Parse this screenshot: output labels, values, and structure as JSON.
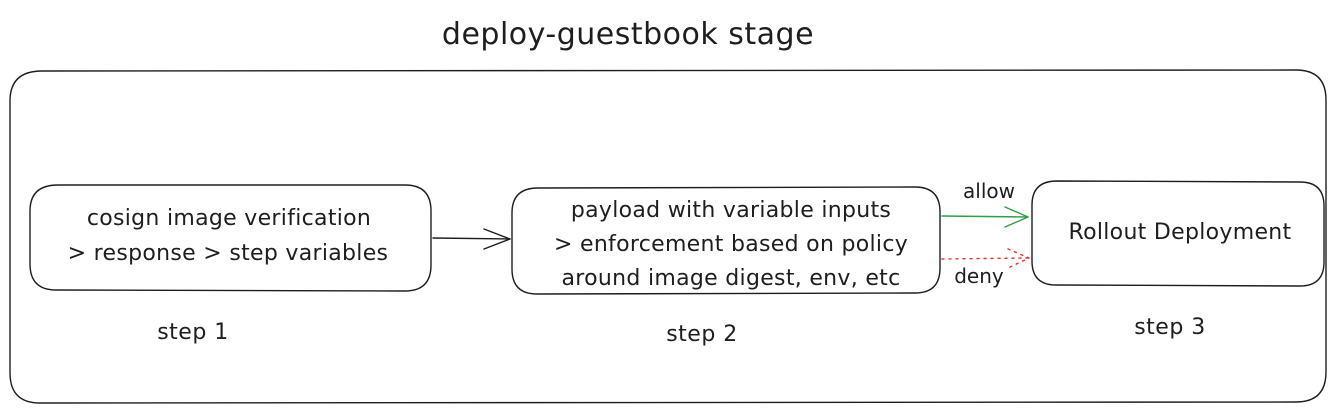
{
  "title": "deploy-guestbook stage",
  "steps": [
    {
      "lines": [
        "cosign image verification",
        "> response > step variables"
      ],
      "label": "step 1"
    },
    {
      "lines": [
        "payload with variable inputs",
        "> enforcement based on policy",
        "around image digest, env, etc"
      ],
      "label": "step 2"
    },
    {
      "lines": [
        "Rollout Deployment"
      ],
      "label": "step 3"
    }
  ],
  "edges": {
    "allow": {
      "label": "allow",
      "color": "#2f9e44",
      "style": "solid"
    },
    "deny": {
      "label": "deny",
      "color": "#e03131",
      "style": "dotted"
    },
    "flow_color": "#1e1e1e"
  }
}
